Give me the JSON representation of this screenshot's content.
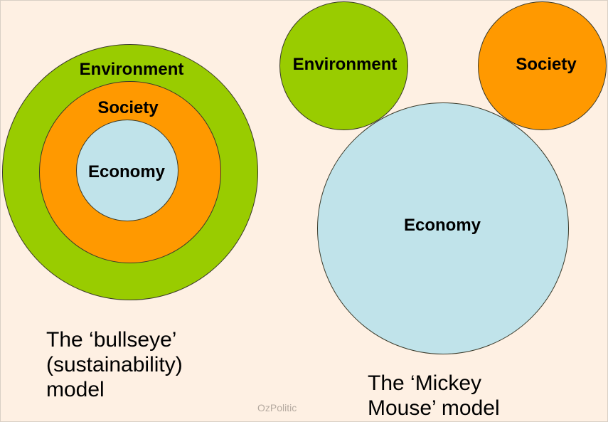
{
  "colors": {
    "background": "#FEF0E3",
    "environment": "#99CC00",
    "society": "#FF9900",
    "economy": "#C0E3EA",
    "outline": "#3a3a2a"
  },
  "bullseye": {
    "environment_label": "Environment",
    "society_label": "Society",
    "economy_label": "Economy",
    "caption_line1": "The ‘bullseye’",
    "caption_line2": "(sustainability)",
    "caption_line3": "model"
  },
  "mickey": {
    "environment_label": "Environment",
    "society_label": "Society",
    "economy_label": "Economy",
    "caption_line1": "The ‘Mickey",
    "caption_line2": "Mouse’ model"
  },
  "watermark": "OzPolitic"
}
